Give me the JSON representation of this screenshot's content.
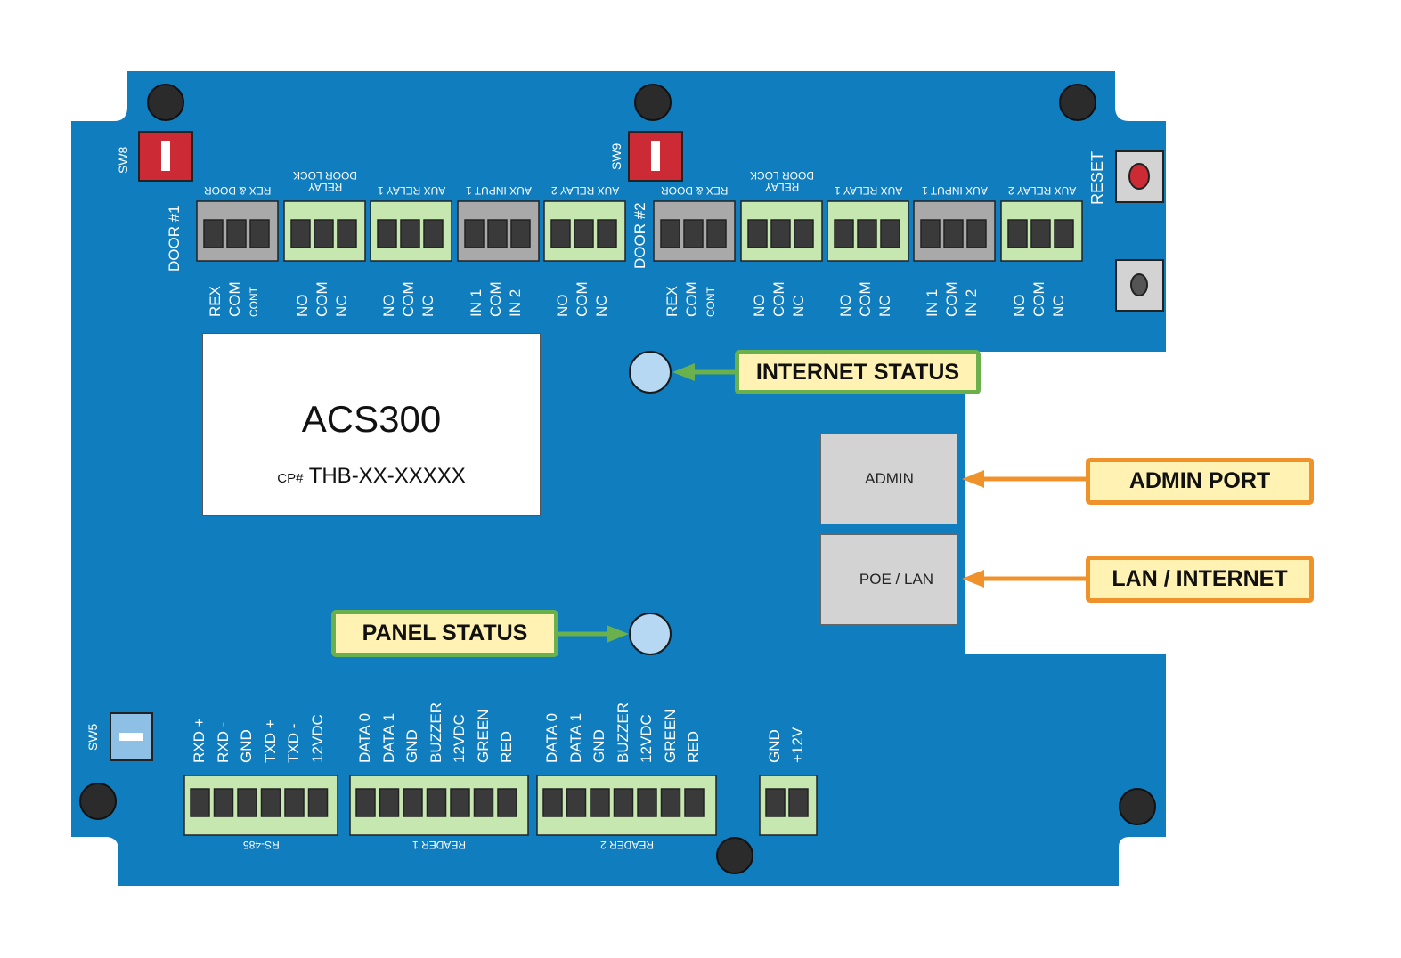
{
  "board": {
    "model": "ACS300",
    "cp_prefix": "CP#",
    "cp_number": "THB-XX-XXXXX",
    "colors": {
      "board": "#0f7dbe",
      "terminal_green": "#c6e8b0",
      "terminal_gray": "#a9a9a9",
      "switch_red": "#cc2b36",
      "led": "#b7d8f2"
    }
  },
  "switches": {
    "sw8": "SW8",
    "sw9": "SW9",
    "sw5": "SW5",
    "reset": "RESET"
  },
  "doors": {
    "door1": "DOOR #1",
    "door2": "DOOR #2"
  },
  "top_blocks": [
    {
      "title": "REX & DOOR",
      "pins": [
        "REX",
        "COM",
        "CONT"
      ],
      "color": "gray"
    },
    {
      "title": "DOOR LOCK RELAY",
      "title_line1": "DOOR LOCK",
      "title_line2": "RELAY",
      "pins": [
        "NO",
        "COM",
        "NC"
      ],
      "color": "green"
    },
    {
      "title": "AUX RELAY 1",
      "pins": [
        "NO",
        "COM",
        "NC"
      ],
      "color": "green"
    },
    {
      "title": "AUX INPUT 1",
      "pins": [
        "IN 1",
        "COM",
        "IN 2"
      ],
      "color": "gray"
    },
    {
      "title": "AUX RELAY 2",
      "pins": [
        "NO",
        "COM",
        "NC"
      ],
      "color": "green"
    },
    {
      "title": "REX & DOOR",
      "pins": [
        "REX",
        "COM",
        "CONT"
      ],
      "color": "gray"
    },
    {
      "title": "DOOR LOCK RELAY",
      "title_line1": "DOOR LOCK",
      "title_line2": "RELAY",
      "pins": [
        "NO",
        "COM",
        "NC"
      ],
      "color": "green"
    },
    {
      "title": "AUX RELAY 1",
      "pins": [
        "NO",
        "COM",
        "NC"
      ],
      "color": "green"
    },
    {
      "title": "AUX INPUT 1",
      "pins": [
        "IN 1",
        "COM",
        "IN 2"
      ],
      "color": "gray"
    },
    {
      "title": "AUX RELAY 2",
      "pins": [
        "NO",
        "COM",
        "NC"
      ],
      "color": "green"
    }
  ],
  "bottom_blocks": [
    {
      "title": "RS-485",
      "pins": [
        "RXD +",
        "RXD -",
        "GND",
        "TXD +",
        "TXD -",
        "12VDC"
      ]
    },
    {
      "title": "READER 1",
      "pins": [
        "DATA 0",
        "DATA 1",
        "GND",
        "BUZZER",
        "12VDC",
        "GREEN",
        "RED"
      ]
    },
    {
      "title": "READER 2",
      "pins": [
        "DATA 0",
        "DATA 1",
        "GND",
        "BUZZER",
        "12VDC",
        "GREEN",
        "RED"
      ]
    },
    {
      "title": "",
      "pins": [
        "GND",
        "+12V"
      ]
    }
  ],
  "ports": {
    "admin": "ADMIN",
    "poe_lan": "POE / LAN"
  },
  "callouts": {
    "internet_status": "INTERNET STATUS",
    "panel_status": "PANEL STATUS",
    "admin_port": "ADMIN PORT",
    "lan_internet": "LAN / INTERNET"
  }
}
